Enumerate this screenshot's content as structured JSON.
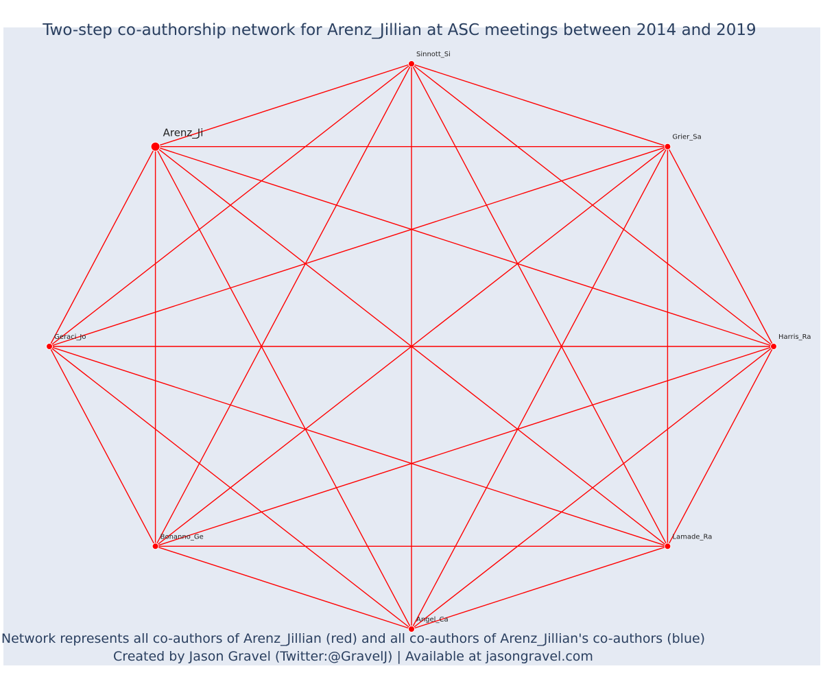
{
  "title": "Two-step co-authorship network for Arenz_Jillian at ASC meetings between 2014 and 2019",
  "footer": {
    "line1": "Network represents all co-authors of Arenz_Jillian (red) and all co-authors of Arenz_Jillian's co-authors (blue)",
    "line2": "Created by Jason Gravel (Twitter:@GravelJ) | Available at jasongravel.com"
  },
  "colors": {
    "edge": "#ff0000",
    "coauthor_node": "#ff0000",
    "background": "#e5eaf3",
    "text": "#2a3f5f"
  },
  "nodes": [
    {
      "id": "Sinnott_Si",
      "label": "Sinnott_Si",
      "focal": false
    },
    {
      "id": "Grier_Sa",
      "label": "Grier_Sa",
      "focal": false
    },
    {
      "id": "Harris_Ra",
      "label": "Harris_Ra",
      "focal": false
    },
    {
      "id": "Lamade_Ra",
      "label": "Lamade_Ra",
      "focal": false
    },
    {
      "id": "Angel_Ca",
      "label": "Angel_Ca",
      "focal": false
    },
    {
      "id": "Bonanno_Ge",
      "label": "Bonanno_Ge",
      "focal": false
    },
    {
      "id": "Geraci_Jo",
      "label": "Geraci_Jo",
      "focal": false
    },
    {
      "id": "Arenz_Ji",
      "label": "Arenz_Ji",
      "focal": true
    }
  ],
  "edges": "all node pairs connected (complete graph)"
}
